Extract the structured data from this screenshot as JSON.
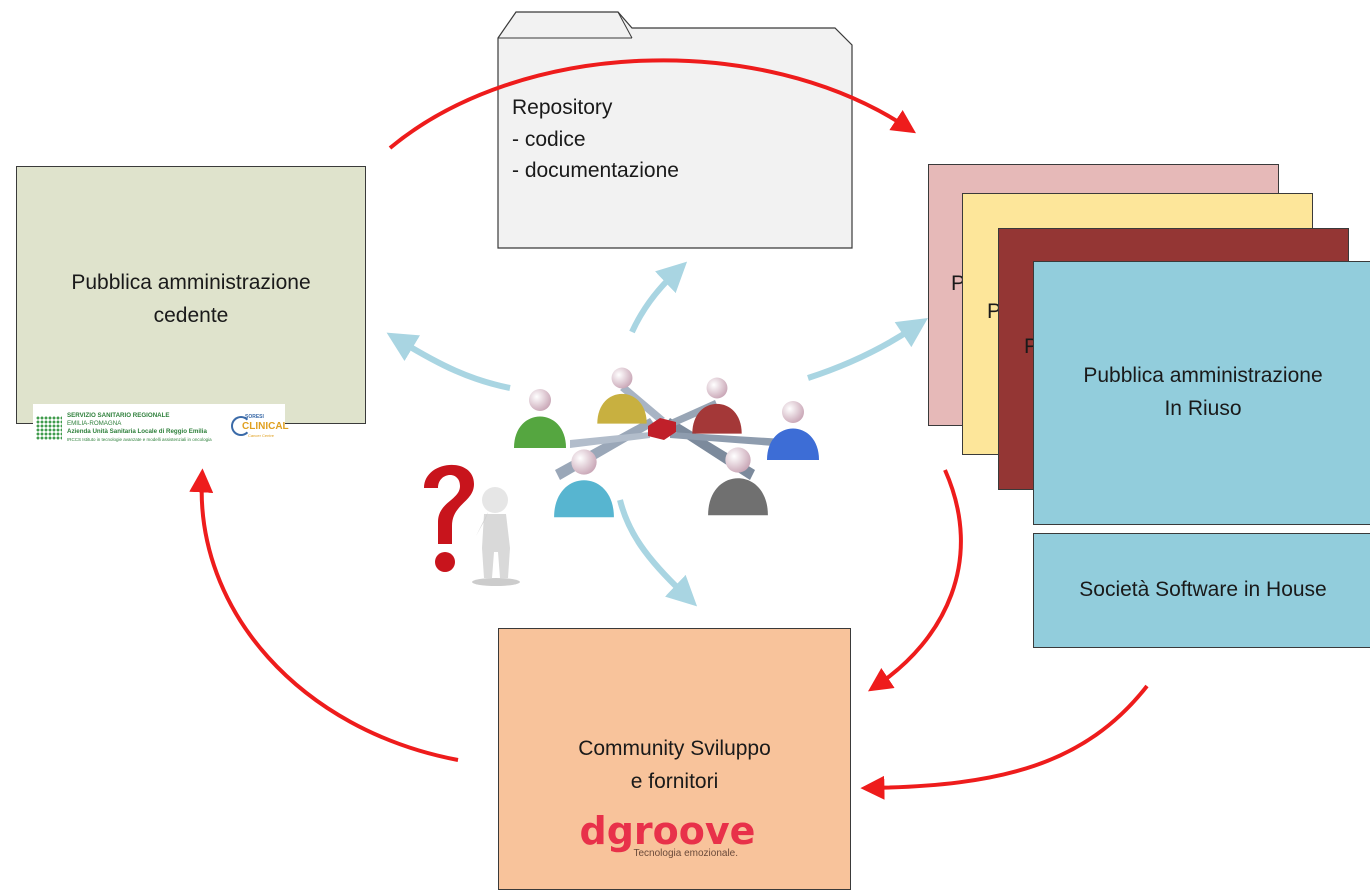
{
  "nodes": {
    "cedente": {
      "lines": [
        "Pubblica amministrazione",
        "cedente"
      ],
      "color": "#dfe3cc"
    },
    "repository": {
      "lines": [
        "Repository",
        "- codice",
        "- documentazione"
      ],
      "color": "#f2f2f2"
    },
    "riuso_stack": {
      "colors": [
        "#e6b9b8",
        "#fde69a",
        "#943634",
        "#92cddc"
      ],
      "peek_letter": "P"
    },
    "riuso": {
      "lines": [
        "Pubblica amministrazione",
        "In Riuso"
      ],
      "color": "#92cddc"
    },
    "inhouse": {
      "text": "Società Software in House",
      "color": "#92cddc"
    },
    "community": {
      "lines": [
        "Community Sviluppo",
        "e fornitori"
      ],
      "color": "#f8c39b"
    }
  },
  "logos": {
    "ausl": {
      "line1": "SERVIZIO SANITARIO REGIONALE",
      "line2": "EMILIA-ROMAGNA",
      "line3": "Azienda Unità Sanitaria Locale di Reggio Emilia",
      "line4": "IRCCS Istituto in tecnologie avanzate e modelli assistenziali in oncologia"
    },
    "clinical": {
      "top": "SORESI",
      "main": "CLINICAL",
      "sub": "Cancer Centre"
    },
    "dgroove": {
      "name": "dgroove",
      "tagline": "Tecnologia emozionale."
    }
  },
  "colors": {
    "cycle_arrow": "#ee1c1c",
    "share_arrow": "#a9d5e2",
    "border": "#3a3a3a"
  },
  "people_colors": [
    "#55a640",
    "#c8b040",
    "#a43838",
    "#3d6dd6",
    "#57b5d0",
    "#707070"
  ]
}
